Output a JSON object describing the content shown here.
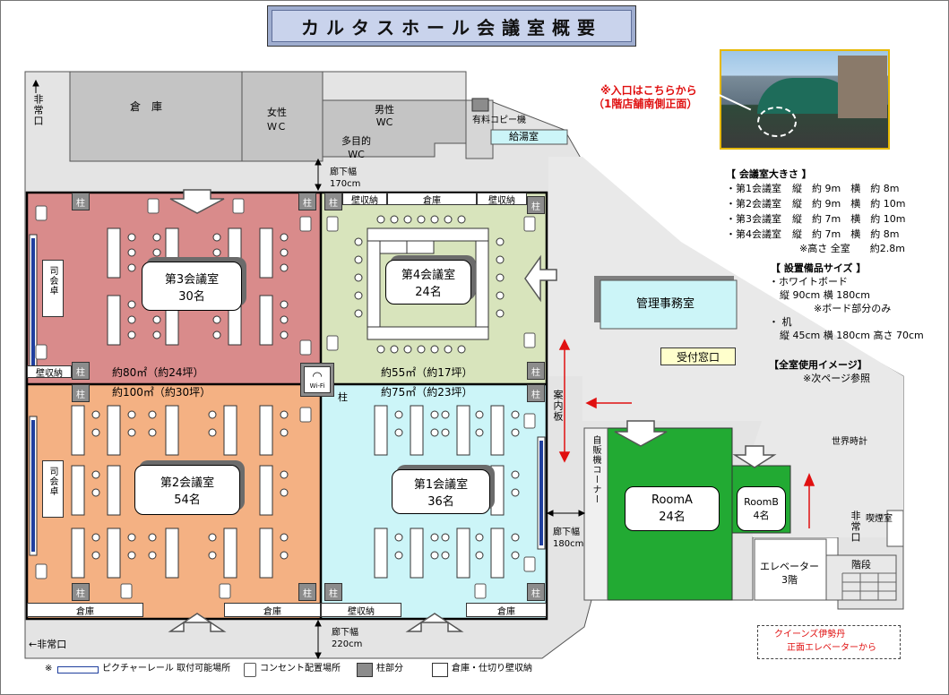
{
  "title": "カルタスホール会議室概要",
  "rooms": {
    "room3": {
      "name": "第3会議室",
      "cap": "30名",
      "area": "約80㎡（約24坪）"
    },
    "room4": {
      "name": "第4会議室",
      "cap": "24名",
      "area": "約55㎡（約17坪）"
    },
    "room2": {
      "name": "第2会議室",
      "cap": "54名",
      "area": "約100㎡（約30坪）"
    },
    "room1": {
      "name": "第1会議室",
      "cap": "36名",
      "area": "約75㎡（約23坪）"
    },
    "roomA": {
      "name": "RoomA",
      "cap": "24名"
    },
    "roomB": {
      "name": "RoomB",
      "cap": "4名"
    }
  },
  "facilities": {
    "storage": "倉　庫",
    "female_wc": [
      "女性",
      "ＷＣ"
    ],
    "male_wc": [
      "男性",
      "WC"
    ],
    "multi_wc": [
      "多目的",
      "WC"
    ],
    "copy": "有料コピー機",
    "kitchen": "給湯室",
    "office": "管理事務室",
    "reception": "受付窓口",
    "vending": "自販機コーナー",
    "elevator": [
      "エレベーター",
      "3階"
    ],
    "stairs": "階段",
    "smoking": "喫煙室",
    "world_clock": "世界時計",
    "guide": "案内板",
    "emergency_top": "非常口",
    "emergency_right": "非常口",
    "emergency_bottom": "←非常口",
    "pillar": "柱",
    "wifi_pillar": "柱",
    "wifi": "Wi-Fi",
    "wall_storage": "壁収納",
    "storage_small": "倉庫",
    "chair_small": "司会卓"
  },
  "corridors": {
    "top": [
      "廊下幅",
      "170cm"
    ],
    "right": [
      "廊下幅",
      "180cm"
    ],
    "bottom": [
      "廊下幅",
      "220cm"
    ]
  },
  "entrance_note": [
    "※入口はこちらから",
    "（1階店舗南側正面）"
  ],
  "sizes": {
    "heading": "【 会議室大きさ 】",
    "rows": [
      [
        "・第1会議室",
        "縦　約 9m",
        "横　約 8m"
      ],
      [
        "・第2会議室",
        "縦　約 9m",
        "横　約 10m"
      ],
      [
        "・第3会議室",
        "縦　約 7m",
        "横　約 10m"
      ],
      [
        "・第4会議室",
        "縦　約 7m",
        "横　約 8m"
      ]
    ],
    "height": "※高さ 全室　　約2.8m"
  },
  "equipment": {
    "heading": "【 設置備品サイズ 】",
    "lines": [
      "・ホワイトボード",
      "縦 90cm  横 180cm",
      "※ボード部分のみ",
      "・ 机",
      "縦 45cm  横 180cm  高さ 70cm"
    ]
  },
  "usage": {
    "heading": "【全室使用イメージ】",
    "note": "※次ページ参照"
  },
  "bottom_note": [
    "クイーンズ伊勢丹",
    "正面エレベーターから"
  ],
  "legend": {
    "picture_rail": "ピクチャーレール 取付可能場所",
    "outlet": "コンセント配置場所",
    "pillar": "柱部分",
    "storage": "倉庫・仕切り壁収納",
    "mark": "※"
  },
  "colors": {
    "room3": "#d98b8b",
    "room4": "#d8e4bc",
    "room2": "#f4b183",
    "room1": "#ccf5f8",
    "roomA": "#22aa33",
    "corridor": "#e3e3e3",
    "title_bg": "#c9d3ec"
  }
}
